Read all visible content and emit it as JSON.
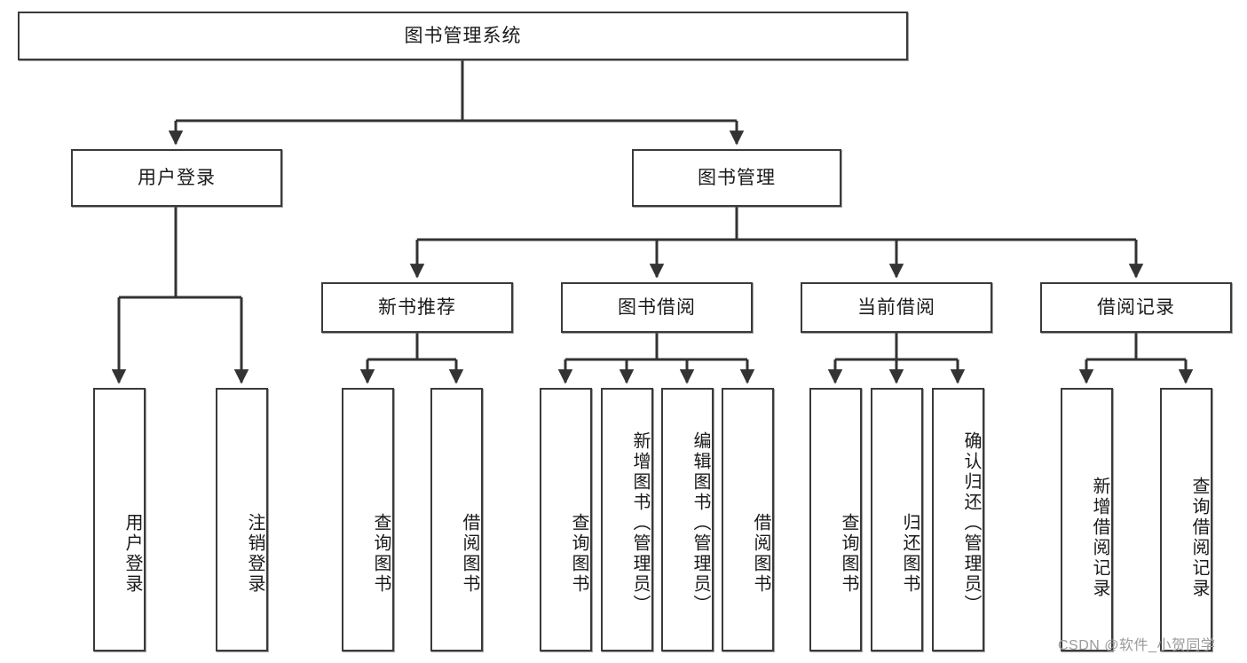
{
  "diagram": {
    "type": "tree",
    "title": "图书管理系统",
    "orientation": "top-down",
    "edge_color": "#333333",
    "node_border_color": "#3a3a3a",
    "node_fill_color": "#ffffff",
    "watermark": "CSDN @软件_小贺同学",
    "root": {
      "label": "图书管理系统",
      "children": [
        {
          "label": "用户登录",
          "children": [
            {
              "label": "用户登录"
            },
            {
              "label": "注销登录"
            }
          ]
        },
        {
          "label": "图书管理",
          "children": [
            {
              "label": "新书推荐",
              "children": [
                {
                  "label": "查询图书"
                },
                {
                  "label": "借阅图书"
                }
              ]
            },
            {
              "label": "图书借阅",
              "children": [
                {
                  "label": "查询图书"
                },
                {
                  "label": "新增图书（管理员）"
                },
                {
                  "label": "编辑图书（管理员）"
                },
                {
                  "label": "借阅图书"
                }
              ]
            },
            {
              "label": "当前借阅",
              "children": [
                {
                  "label": "查询图书"
                },
                {
                  "label": "归还图书"
                },
                {
                  "label": "确认归还（管理员）"
                }
              ]
            },
            {
              "label": "借阅记录",
              "children": [
                {
                  "label": "新增借阅记录"
                },
                {
                  "label": "查询借阅记录"
                }
              ]
            }
          ]
        }
      ]
    }
  },
  "nodes": {
    "root": "图书管理系统",
    "l2_user_login": "用户登录",
    "l2_book_manage": "图书管理",
    "l3_new_book_rec": "新书推荐",
    "l3_book_borrow": "图书借阅",
    "l3_current_borrow": "当前借阅",
    "l3_borrow_record": "借阅记录",
    "leaf_user_login": "用户登录",
    "leaf_logout": "注销登录",
    "leaf_rec_query_book": "查询图书",
    "leaf_rec_borrow_book": "借阅图书",
    "leaf_borrow_query_book": "查询图书",
    "leaf_borrow_add_book": "新增图书（管理员）",
    "leaf_borrow_edit_book": "编辑图书（管理员）",
    "leaf_borrow_borrow_book": "借阅图书",
    "leaf_current_query_book": "查询图书",
    "leaf_current_return_book": "归还图书",
    "leaf_current_confirm_return": "确认归还（管理员）",
    "leaf_record_add": "新增借阅记录",
    "leaf_record_query": "查询借阅记录"
  },
  "watermark": {
    "text": "CSDN @软件_小贺同学"
  }
}
